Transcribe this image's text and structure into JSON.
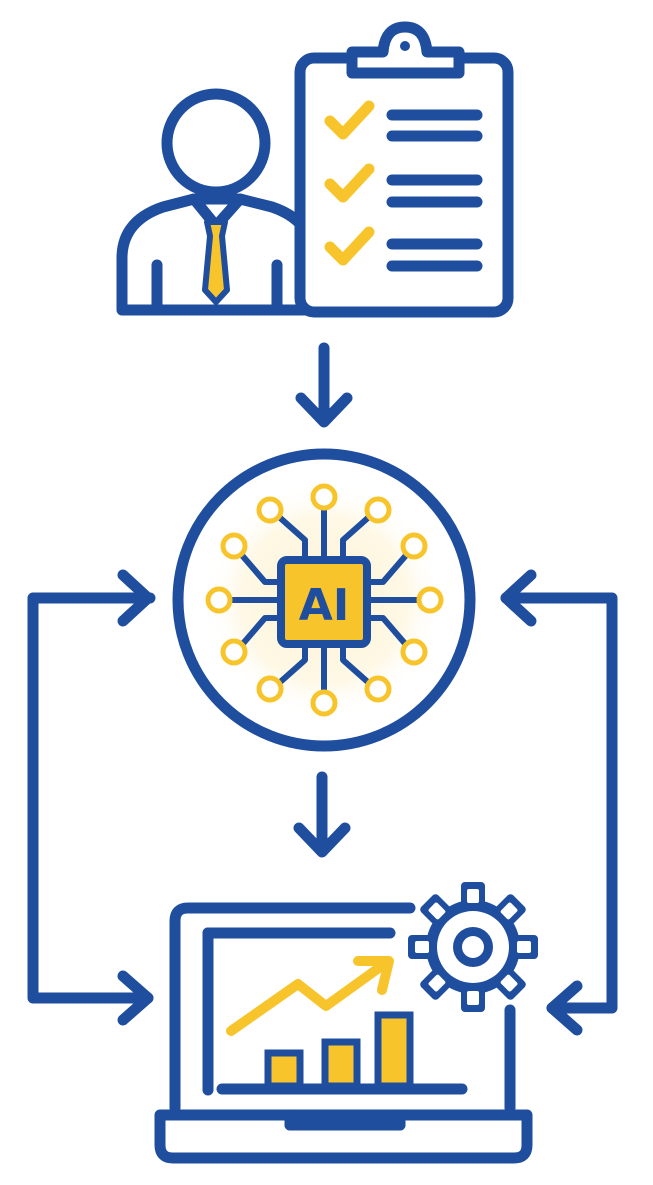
{
  "colors": {
    "primary": "#1F4E9E",
    "accent": "#F7C52B",
    "glow": "#FEF3D2",
    "background": "#FFFFFF"
  },
  "nodes": [
    {
      "id": "analyst",
      "icon": "person-with-checklist-icon"
    },
    {
      "id": "ai",
      "icon": "ai-chip-icon",
      "label": "AI"
    },
    {
      "id": "output",
      "icon": "laptop-analytics-icon"
    }
  ],
  "edges": [
    {
      "from": "analyst",
      "to": "ai"
    },
    {
      "from": "ai",
      "to": "output"
    },
    {
      "from": "output",
      "to": "ai",
      "side": "left"
    },
    {
      "from": "ai",
      "to": "output",
      "side": "left"
    },
    {
      "from": "output",
      "to": "ai",
      "side": "right"
    },
    {
      "from": "ai",
      "to": "output",
      "side": "right"
    }
  ]
}
